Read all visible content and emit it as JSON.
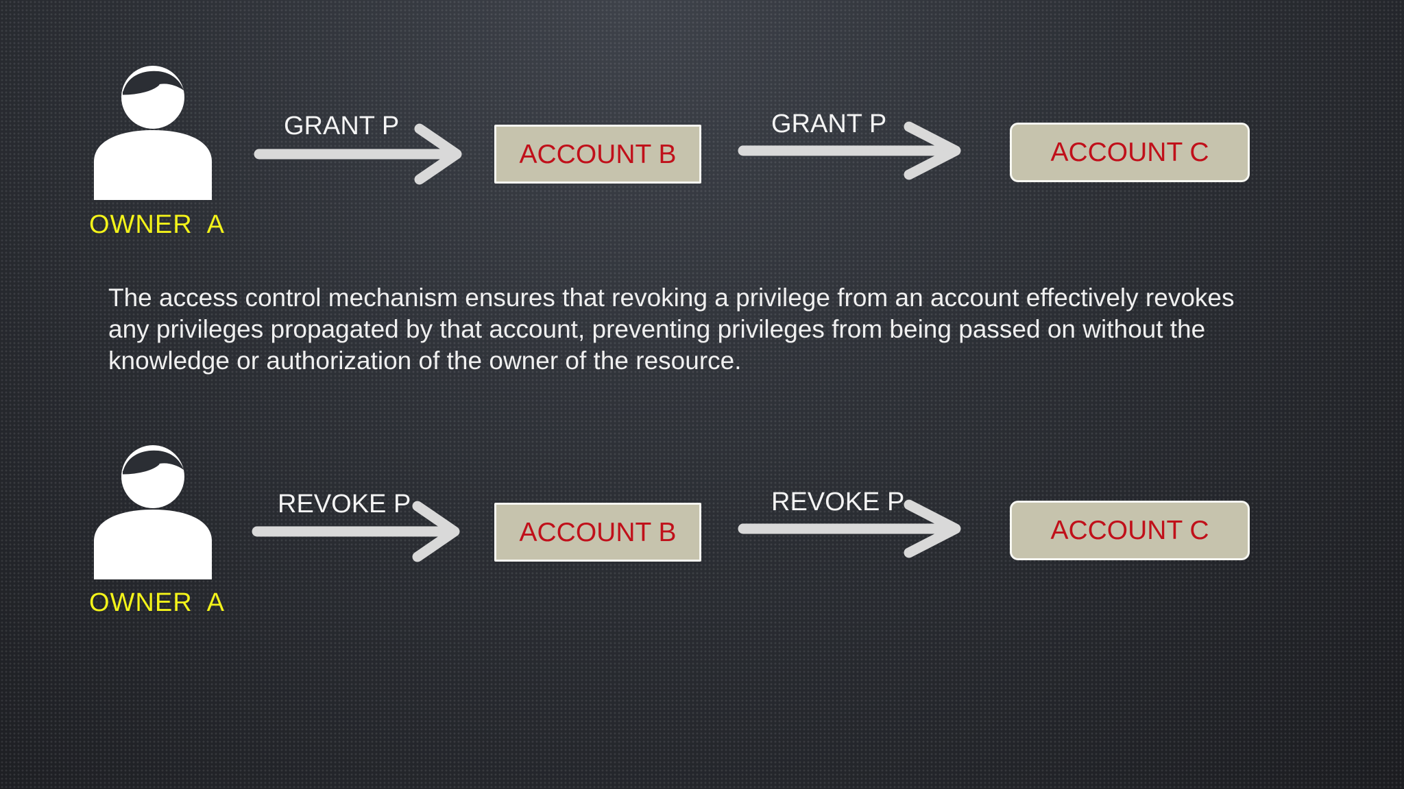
{
  "top_flow": {
    "owner_label": "OWNER  A",
    "arrow1_label": "GRANT P",
    "account_b": "ACCOUNT B",
    "arrow2_label": "GRANT P",
    "account_c": "ACCOUNT C"
  },
  "description": "The access control mechanism ensures that revoking a privilege from an account effectively revokes any privileges propagated by that account, preventing privileges from being passed on without the knowledge or authorization of the owner of the resource.",
  "bottom_flow": {
    "owner_label": "OWNER  A",
    "arrow1_label": "REVOKE P",
    "account_b": "ACCOUNT B",
    "arrow2_label": "REVOKE P",
    "account_c": "ACCOUNT C"
  },
  "icons": {
    "owner": "person-icon",
    "arrow": "right-arrow-icon"
  },
  "colors": {
    "owner_label": "#f3f31a",
    "account_text": "#c0101a",
    "account_fill": "#c6c3ad",
    "arrow": "#d9d9d9"
  }
}
